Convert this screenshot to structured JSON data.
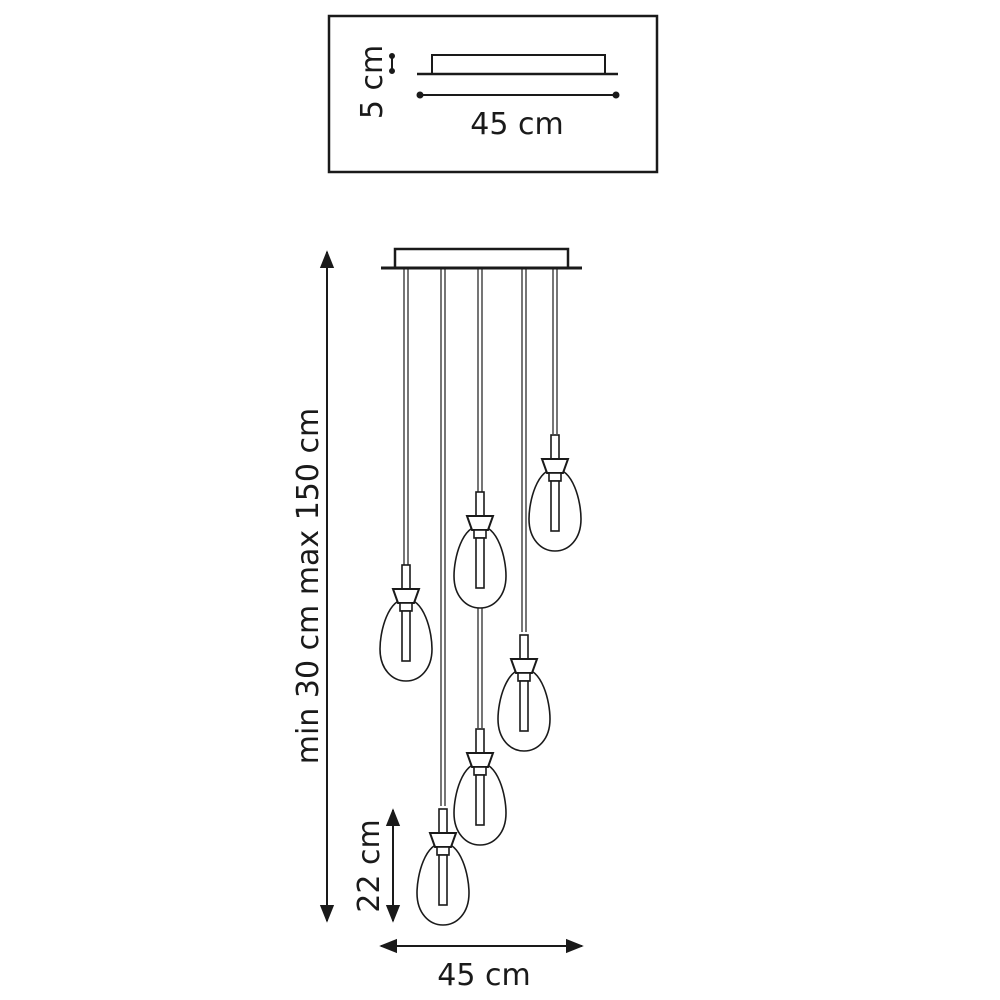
{
  "top_view": {
    "height_label": "5 cm",
    "width_label": "45 cm"
  },
  "main_view": {
    "length_label": "min 30 cm max 150 cm",
    "shade_height_label": "22 cm",
    "width_label": "45 cm",
    "pendant_count": 6
  },
  "colors": {
    "line": "#1a1a1a",
    "background": "#ffffff"
  }
}
